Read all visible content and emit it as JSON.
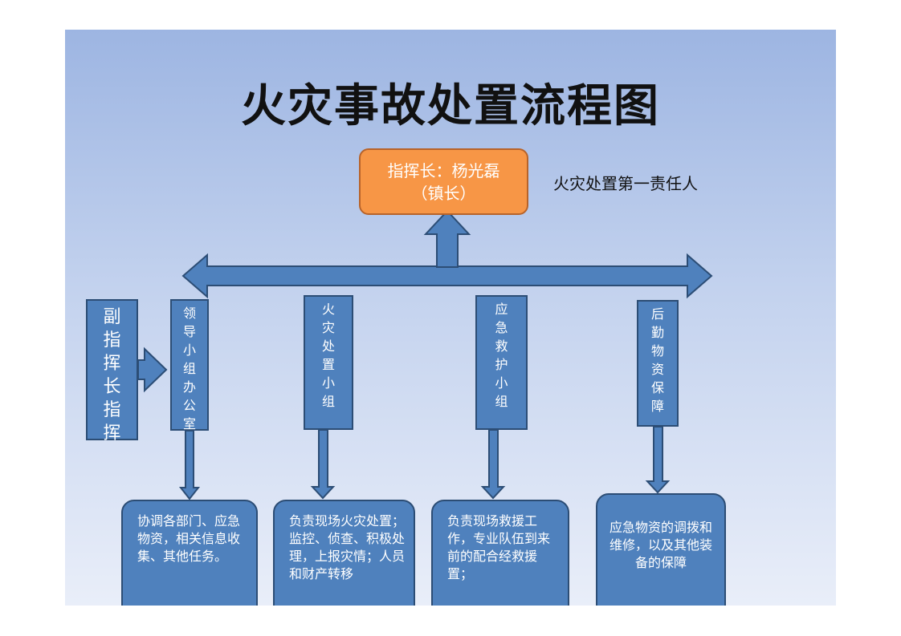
{
  "title": "火灾事故处置流程图",
  "commander": {
    "line1": "指挥长：杨光磊",
    "line2": "（镇长）",
    "note": "火灾处置第一责任人"
  },
  "deputy": {
    "chars": [
      "副",
      "指",
      "挥",
      "长",
      "指",
      "挥"
    ]
  },
  "groups": [
    {
      "chars": [
        "领",
        "导",
        "小",
        "组",
        "办",
        "公",
        "室"
      ]
    },
    {
      "chars": [
        "火",
        "灾",
        "处",
        "置",
        "小",
        "组"
      ]
    },
    {
      "chars": [
        "应",
        "急",
        "救",
        "护",
        "小",
        "组"
      ]
    },
    {
      "chars": [
        "后",
        "勤",
        "物",
        "资",
        "保",
        "障"
      ]
    }
  ],
  "tasks": [
    "协调各部门、应急物资，相关信息收集、其他任务。",
    "负责现场火灾处置；监控、侦查、积极处理，上报灾情；人员和财产转移",
    "负责现场救援工作，专业队伍到来前的配合经救援置；",
    "应急物资的调拨和维修，以及其他装备的保障"
  ],
  "colors": {
    "box_fill": "#4f81bd",
    "box_border": "#2c4d75",
    "commander_fill": "#f79646"
  }
}
